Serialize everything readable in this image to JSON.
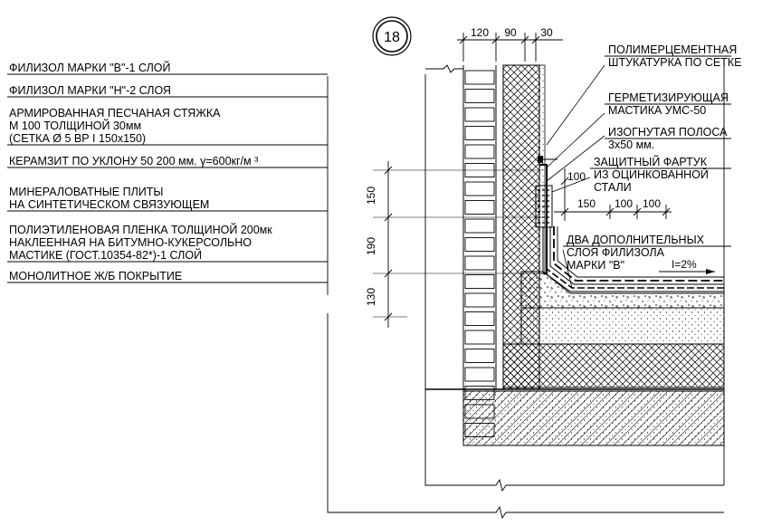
{
  "detail_number": "18",
  "left_labels": [
    {
      "lines": [
        "ФИЛИЗОЛ МАРКИ  \"В\"-1 СЛОЙ"
      ]
    },
    {
      "lines": [
        "ФИЛИЗОЛ МАРКИ  \"Н\"-2 СЛОЯ"
      ]
    },
    {
      "lines": [
        "АРМИРОВАННАЯ ПЕСЧАНАЯ СТЯЖКА",
        "М 100 ТОЛЩИНОЙ 30мм",
        "(СЕТКА Ø 5 ВР I 150х150)"
      ]
    },
    {
      "lines": [
        "КЕРАМЗИТ ПО УКЛОНУ 50  200 мм. γ=600кг/м ³"
      ]
    },
    {
      "lines": [
        "МИНЕРАЛОВАТНЫЕ ПЛИТЫ",
        "НА СИНТЕТИЧЕСКОМ СВЯЗУЮЩЕМ"
      ]
    },
    {
      "lines": [
        "ПОЛИЭТИЛЕНОВАЯ ПЛЕНКА ТОЛЩИНОЙ 200мк",
        "НАКЛЕЕННАЯ НА БИТУМНО-КУКЕРСОЛЬНО",
        "МАСТИКЕ (ГОСТ.10354-82*)-1 СЛОЙ"
      ]
    },
    {
      "lines": [
        "МОНОЛИТНОЕ Ж/Б ПОКРЫТИЕ"
      ]
    }
  ],
  "right_labels": [
    {
      "lines": [
        "ПОЛИМЕРЦЕМЕНТНАЯ",
        "ШТУКАТУРКА ПО СЕТКЕ"
      ]
    },
    {
      "lines": [
        "ГЕРМЕТИЗИРУЮЩАЯ",
        "МАСТИКА УМС-50"
      ]
    },
    {
      "lines": [
        "ИЗОГНУТАЯ ПОЛОСА",
        "3х50 мм."
      ]
    },
    {
      "lines": [
        "ЗАЩИТНЫЙ ФАРТУК",
        "ИЗ ОЦИНКОВАННОЙ",
        "СТАЛИ"
      ]
    },
    {
      "lines": [
        "ДВА ДОПОЛНИТЕЛЬНЫХ",
        "СЛОЯ ФИЛИЗОЛА",
        "МАРКИ \"В\""
      ]
    }
  ],
  "top_dims": [
    "120",
    "90",
    "30"
  ],
  "side_dims": [
    "150",
    "190",
    "130"
  ],
  "apron_dims": [
    "100",
    "150",
    "100",
    "100"
  ],
  "slope": "I=2%"
}
